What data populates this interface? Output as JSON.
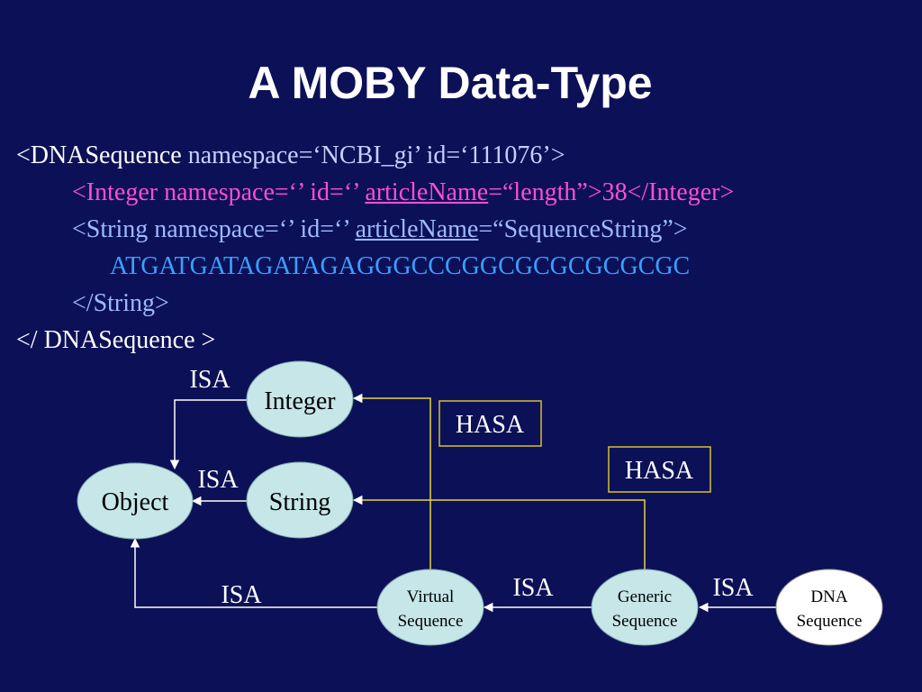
{
  "slide": {
    "title": "A MOBY Data-Type"
  },
  "colors": {
    "background": "#0b1057",
    "title": "#ffffff",
    "integer_line": "#ff4fd0",
    "string_line": "#9fb9ff",
    "sequence": "#3aa0ff",
    "node_fill": "#c6e6e8",
    "dna_node_fill": "#ffffff",
    "hasa_line": "#e8d63a",
    "isa_line": "#ffffff"
  },
  "code": {
    "line1_tag": "<DNASequence",
    "line1_attrs": " namespace=‘NCBI_gi’ id=‘111076’>",
    "line2_pre": "<Integer namespace=‘’ id=‘’ ",
    "line2_attr": "articleName",
    "line2_post": "=“length”>38</Integer>",
    "line3_pre": "<String namespace=‘’ id=‘’ ",
    "line3_attr": "articleName",
    "line3_post": "=“SequenceString”>",
    "line4": "ATGATGATAGATAGAGGGCCCGGCGCGCGCGCGC",
    "line5": "</String>",
    "line6": "</ DNASequence >"
  },
  "diagram": {
    "nodes": {
      "integer": "Integer",
      "string": "String",
      "object": "Object",
      "virtual_line1": "Virtual",
      "virtual_line2": "Sequence",
      "generic_line1": "Generic",
      "generic_line2": "Sequence",
      "dna_line1": "DNA",
      "dna_line2": "Sequence"
    },
    "labels": {
      "isa_integer": "ISA",
      "isa_string": "ISA",
      "isa_virtual": "ISA",
      "isa_generic": "ISA",
      "isa_dna": "ISA",
      "hasa_1": "HASA",
      "hasa_2": "HASA"
    }
  }
}
